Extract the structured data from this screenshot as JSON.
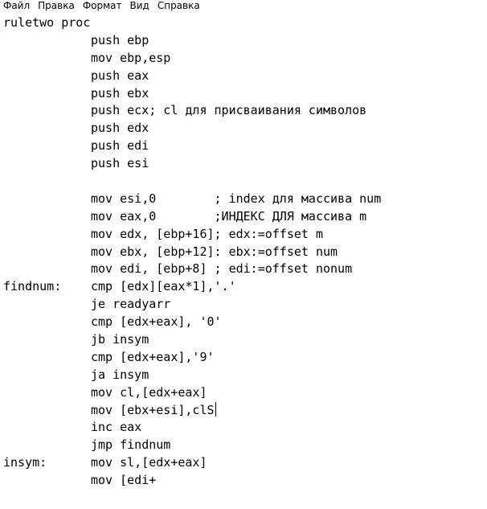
{
  "menu": {
    "file": "Файл",
    "edit": "Правка",
    "format": "Формат",
    "view": "Вид",
    "help": "Справка"
  },
  "editor": {
    "lines": [
      {
        "label": "ruletwo proc",
        "code": ""
      },
      {
        "label": "",
        "code": "push ebp"
      },
      {
        "label": "",
        "code": "mov ebp,esp"
      },
      {
        "label": "",
        "code": "push eax"
      },
      {
        "label": "",
        "code": "push ebx"
      },
      {
        "label": "",
        "code": "push ecx; cl для присваивания символов"
      },
      {
        "label": "",
        "code": "push edx"
      },
      {
        "label": "",
        "code": "push edi"
      },
      {
        "label": "",
        "code": "push esi"
      },
      {
        "label": "",
        "code": ""
      },
      {
        "label": "",
        "code": "mov esi,0        ; index для массива num"
      },
      {
        "label": "",
        "code": "mov eax,0        ;ИНДЕКС ДЛЯ массива m"
      },
      {
        "label": "",
        "code": "mov edx, [ebp+16]; edx:=offset m"
      },
      {
        "label": "",
        "code": "mov ebx, [ebp+12]: ebx:=offset num"
      },
      {
        "label": "",
        "code": "mov edi, [ebp+8] ; edi:=offset nonum"
      },
      {
        "label": "findnum:",
        "code": "cmp [edx][eax*1],'.'"
      },
      {
        "label": "",
        "code": "je readyarr"
      },
      {
        "label": "",
        "code": "cmp [edx+eax], '0'"
      },
      {
        "label": "",
        "code": "jb insym"
      },
      {
        "label": "",
        "code": "cmp [edx+eax],'9'"
      },
      {
        "label": "",
        "code": "ja insym"
      },
      {
        "label": "",
        "code": "mov cl,[edx+eax]"
      },
      {
        "label": "",
        "code": "mov [ebx+esi],clS"
      },
      {
        "label": "",
        "code": "inc eax"
      },
      {
        "label": "",
        "code": "jmp findnum"
      },
      {
        "label": "insym:",
        "code": "mov sl,[edx+eax]"
      },
      {
        "label": "",
        "code": "mov [edi+"
      }
    ]
  }
}
